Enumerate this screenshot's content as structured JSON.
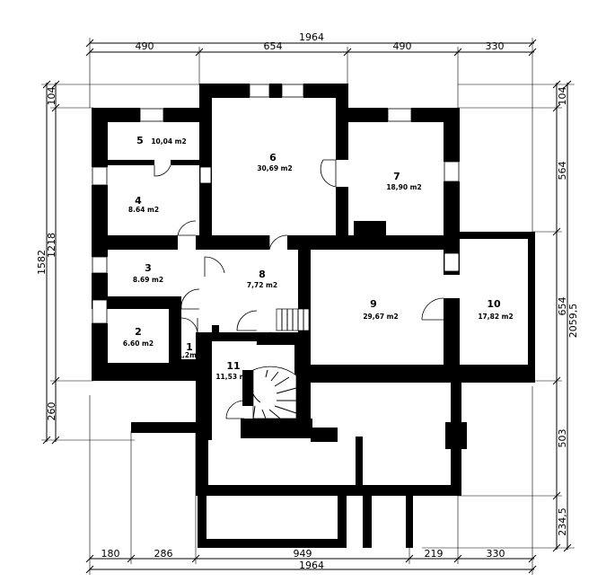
{
  "dimensions": {
    "top": {
      "segments": [
        "490",
        "654",
        "490",
        "330"
      ],
      "total": "1964"
    },
    "bottom": {
      "segments": [
        "180",
        "286",
        "949",
        "219",
        "330"
      ],
      "total": "1964"
    },
    "left": {
      "outer": "1582",
      "inner": "1218",
      "top_seg": "104",
      "bottom_seg": "260"
    },
    "right": {
      "segments": [
        "104",
        "564",
        "654",
        "503",
        "234,5"
      ],
      "total": "2059,5"
    }
  },
  "rooms": [
    {
      "num": "1",
      "area": "1,2m2"
    },
    {
      "num": "2",
      "area": "6.60 m2"
    },
    {
      "num": "3",
      "area": "8.69 m2"
    },
    {
      "num": "4",
      "area": "8.64 m2"
    },
    {
      "num": "5",
      "area": "10,04 m2"
    },
    {
      "num": "6",
      "area": "30,69 m2"
    },
    {
      "num": "7",
      "area": "18,90 m2"
    },
    {
      "num": "8",
      "area": "7,72 m2"
    },
    {
      "num": "9",
      "area": "29,67 m2"
    },
    {
      "num": "10",
      "area": "17,82 m2"
    },
    {
      "num": "11",
      "area": "11,53 m2"
    }
  ]
}
